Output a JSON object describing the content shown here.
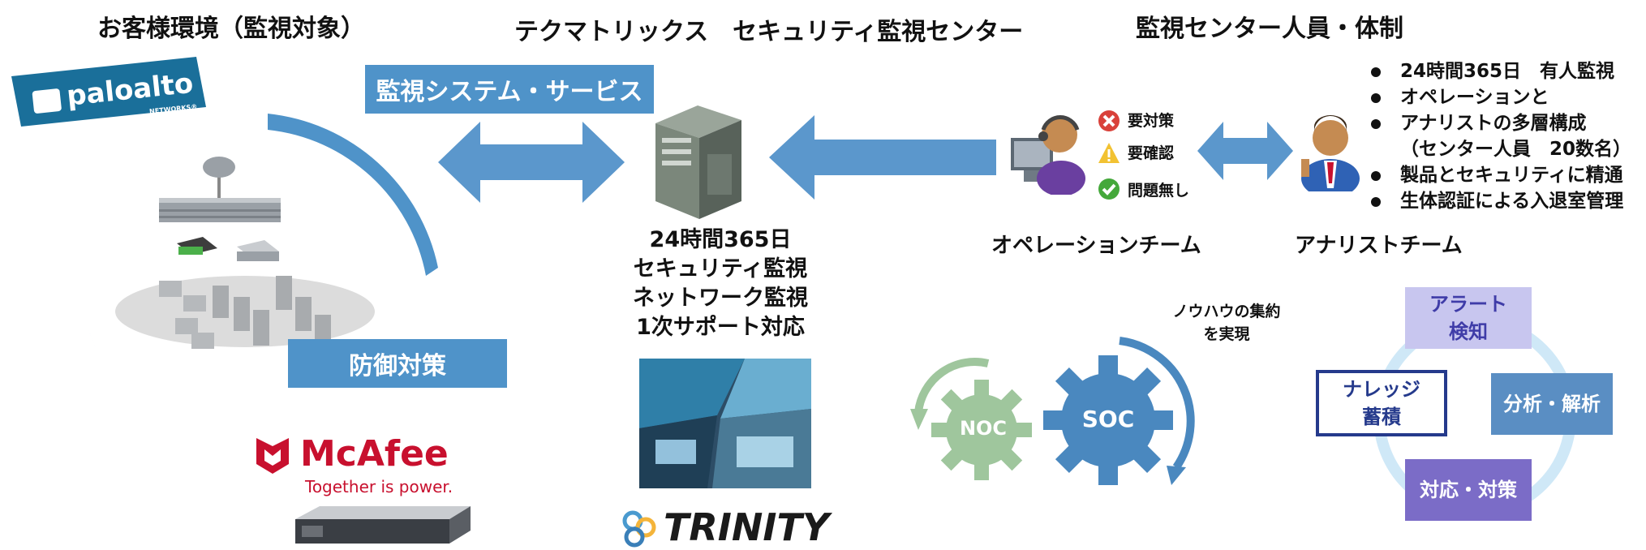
{
  "titles": {
    "customer": "お客様環境（監視対象）",
    "center": "テクマトリックス　セキュリティ監視センター",
    "staff": "監視センター人員・体制"
  },
  "logos": {
    "paloalto": "paloalto",
    "paloalto_sub": "NETWORKS®",
    "mcafee": "McAfee",
    "mcafee_tagline": "Together is power.",
    "trinity": "TRINITY"
  },
  "service_label": "監視システム・サービス",
  "defense_label": "防御対策",
  "center_services": [
    "24時間365日",
    "セキュリティ監視",
    "ネットワーク監視",
    "1次サポート対応"
  ],
  "alerts": [
    {
      "icon": "error-icon",
      "text": "要対策"
    },
    {
      "icon": "warning-icon",
      "text": "要確認"
    },
    {
      "icon": "check-icon",
      "text": "問題無し"
    }
  ],
  "teams": {
    "operation": "オペレーションチーム",
    "analyst": "アナリストチーム"
  },
  "staff_bullets": [
    {
      "bullet": true,
      "text": "24時間365日　有人監視"
    },
    {
      "bullet": true,
      "text": "オペレーションと"
    },
    {
      "bullet": true,
      "text": "アナリストの多層構成"
    },
    {
      "bullet": false,
      "text": "（センター人員　20数名）"
    },
    {
      "bullet": true,
      "text": "製品とセキュリティに精通"
    },
    {
      "bullet": true,
      "text": "生体認証による入退室管理"
    }
  ],
  "knowhow": [
    "ノウハウの集約",
    "を実現"
  ],
  "gears": {
    "noc": "NOC",
    "soc": "SOC"
  },
  "cycle": {
    "alert": [
      "アラート",
      "検知"
    ],
    "analysis": "分析・解析",
    "response": "対応・対策",
    "knowledge": [
      "ナレッジ",
      "蓄積"
    ]
  },
  "colors": {
    "primary_blue": "#4f93c9",
    "arrow_blue": "#5b97cc",
    "noc_green": "#9fc69d",
    "soc_blue": "#4a88bf",
    "cycle_purple": "#7b6cc7",
    "cycle_blue": "#5a8ec3",
    "cycle_light_purple": "#c8c6ef",
    "navy": "#253a8c"
  }
}
